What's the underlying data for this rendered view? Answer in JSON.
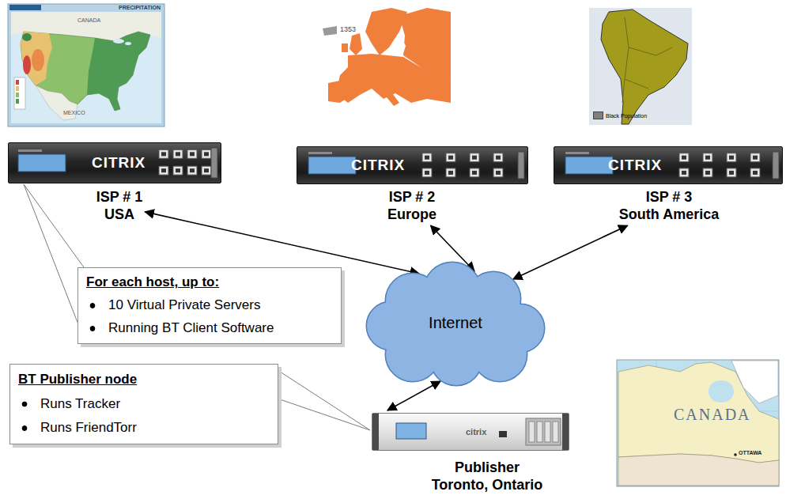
{
  "diagram": {
    "nodes": [
      {
        "text": [
          "CITRIX",
          "ISP # 1",
          "USA"
        ]
      },
      {
        "text": [
          "CITRIX",
          "ISP # 2",
          "Europe"
        ]
      },
      {
        "text": [
          "CITRIX",
          "ISP # 3",
          "South America"
        ]
      },
      {
        "text": [
          "For each host, up to:",
          "10 Virtual Private Servers",
          "Running BT Client Software"
        ]
      },
      {
        "text": [
          "Internet"
        ]
      },
      {
        "text": [
          "BT Publisher node",
          "Runs Tracker",
          "Runs FriendTorr"
        ]
      },
      {
        "text": [
          "citrix",
          "Publisher",
          "Toronto, Ontario"
        ]
      }
    ],
    "edges": [
      {
        "from": 0,
        "to": 4,
        "arrow": "both"
      },
      {
        "from": 1,
        "to": 4,
        "arrow": "both"
      },
      {
        "from": 2,
        "to": 4,
        "arrow": "both"
      },
      {
        "from": 4,
        "to": 6,
        "arrow": "both"
      },
      {
        "from": 3,
        "to": 0,
        "arrow": "none"
      },
      {
        "from": 5,
        "to": 6,
        "arrow": "none"
      }
    ],
    "labels": [
      "PRECIPITATION",
      "CANADA",
      "MEXICO",
      "1353",
      "CANADA",
      "OTTAWA"
    ],
    "legend": [
      {
        "text": "Black Population",
        "color": "#7f7f7f"
      }
    ]
  }
}
